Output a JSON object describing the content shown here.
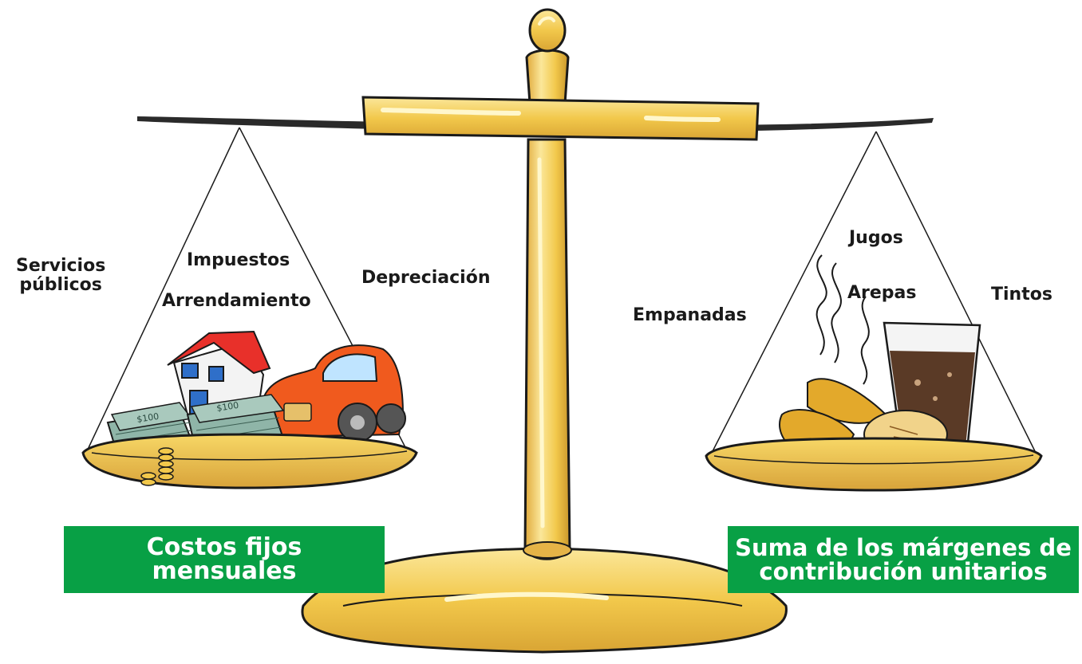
{
  "left_pan": {
    "labels": {
      "servicios_1": "Servicios",
      "servicios_2": "públicos",
      "impuestos": "Impuestos",
      "arrendamiento": "Arrendamiento",
      "depreciacion": "Depreciación"
    },
    "bill_text": "$100",
    "box": {
      "line1": "Costos fijos",
      "line2": "mensuales"
    }
  },
  "right_pan": {
    "labels": {
      "jugos": "Jugos",
      "arepas": "Arepas",
      "tintos": "Tintos",
      "empanadas": "Empanadas"
    },
    "box": {
      "line1": "Suma de los márgenes de",
      "line2": "contribución unitarios"
    }
  },
  "colors": {
    "gold": "#f2c84b",
    "gold_light": "#fbe79a",
    "gold_dark": "#c9962a",
    "box_green": "#08a045",
    "house_roof": "#e8302a",
    "car": "#f05a1e",
    "money": "#8fb5a8",
    "drink": "#5a3a26"
  }
}
